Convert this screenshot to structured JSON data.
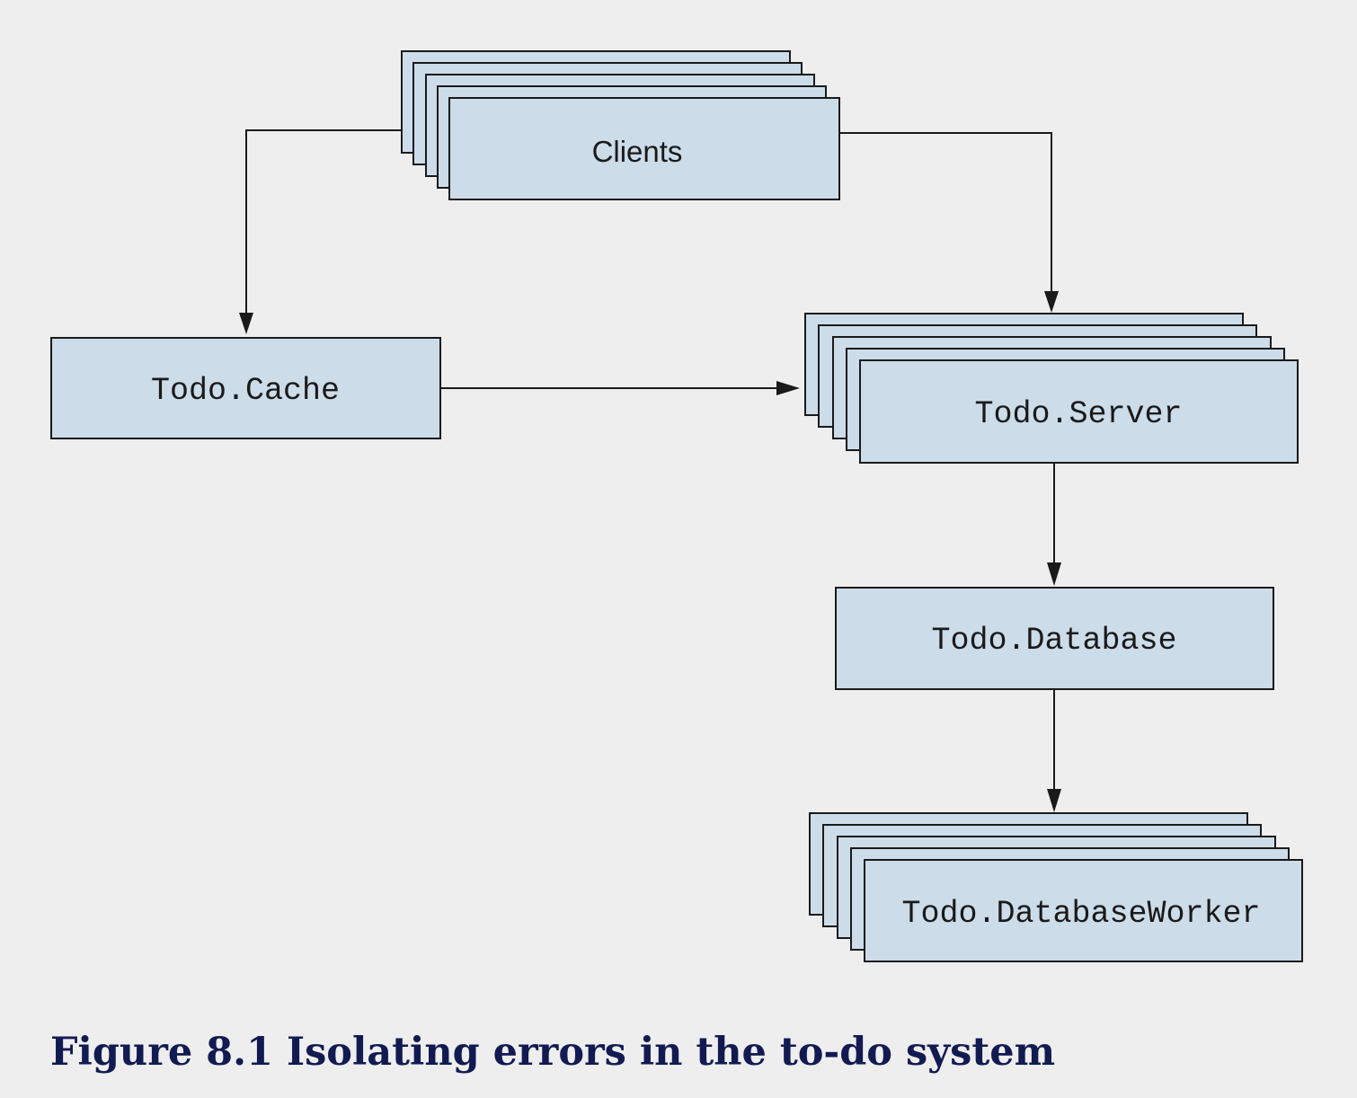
{
  "nodes": {
    "clients": {
      "label": "Clients"
    },
    "cache": {
      "label": "Todo.Cache"
    },
    "server": {
      "label": "Todo.Server"
    },
    "database": {
      "label": "Todo.Database"
    },
    "worker": {
      "label": "Todo.DatabaseWorker"
    }
  },
  "edges": [
    {
      "from": "clients",
      "to": "cache"
    },
    {
      "from": "clients",
      "to": "server"
    },
    {
      "from": "cache",
      "to": "server"
    },
    {
      "from": "server",
      "to": "database"
    },
    {
      "from": "database",
      "to": "worker"
    }
  ],
  "caption": "Figure 8.1 Isolating errors in the to-do system",
  "colors": {
    "background": "#eeeeee",
    "box_fill": "#ccdce9",
    "box_stroke": "#1a1a1a",
    "caption": "#121a52"
  }
}
